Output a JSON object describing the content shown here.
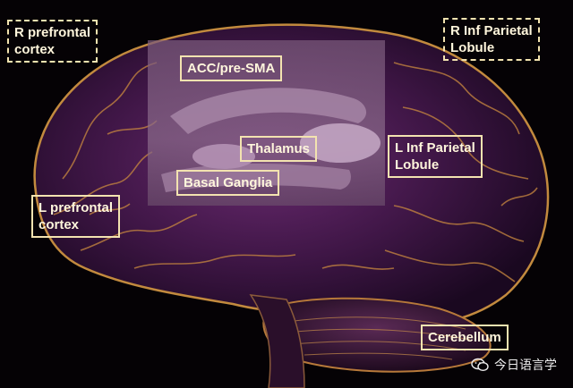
{
  "labels": {
    "r_prefrontal": [
      "R prefrontal",
      "cortex"
    ],
    "r_inf_parietal": [
      "R Inf Parietal",
      "Lobule"
    ],
    "acc_pre_sma": "ACC/pre-SMA",
    "thalamus": "Thalamus",
    "basal_ganglia": "Basal Ganglia",
    "l_inf_parietal": [
      "L Inf Parietal",
      "Lobule"
    ],
    "l_prefrontal": [
      "L prefrontal",
      "cortex"
    ],
    "cerebellum": "Cerebellum"
  },
  "watermark": {
    "text": "今日语言学",
    "icon": "wechat-icon"
  },
  "colors": {
    "background": "#050205",
    "brain_purple": "#5a1f5e",
    "brain_edge": "#b7793a",
    "label_border": "#f3e3b0",
    "label_text": "#fff6dc"
  }
}
